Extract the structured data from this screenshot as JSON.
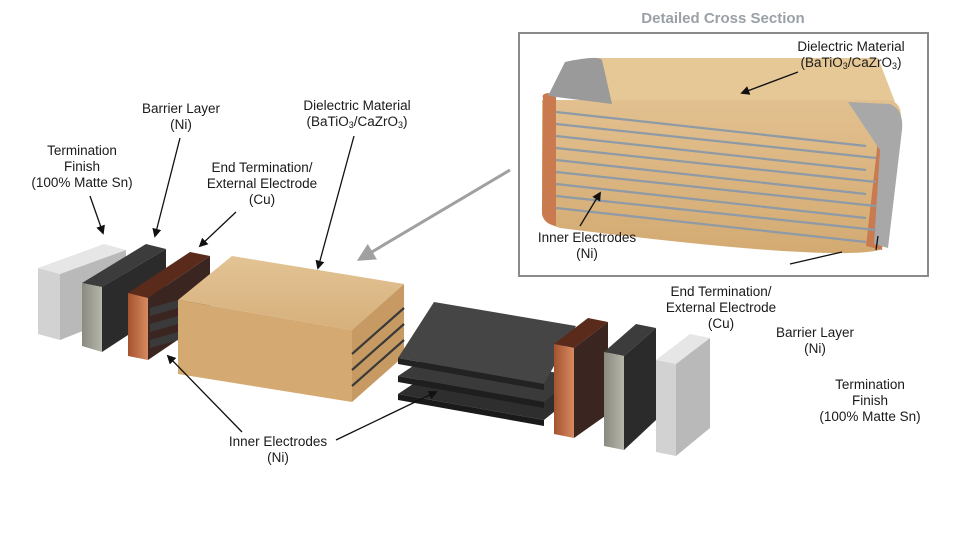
{
  "inset": {
    "title": "Detailed Cross Section",
    "dielectric": {
      "line1": "Dielectric Material",
      "line2_a": "(BaTiO",
      "sub1": "3",
      "line2_b": "/CaZrO",
      "sub2": "3",
      "line2_c": ")"
    },
    "inner_electrodes": {
      "line1": "Inner Electrodes",
      "line2": "(Ni)"
    }
  },
  "left_stack": {
    "termination_finish": {
      "line1": "Termination",
      "line2": "Finish",
      "line3": "(100% Matte Sn)"
    },
    "barrier_layer": {
      "line1": "Barrier Layer",
      "line2": "(Ni)"
    },
    "end_termination": {
      "line1": "End Termination/",
      "line2": "External Electrode",
      "line3": "(Cu)"
    },
    "dielectric": {
      "line1": "Dielectric Material",
      "line2_a": "(BaTiO",
      "sub1": "3",
      "line2_b": "/CaZrO",
      "sub2": "3",
      "line2_c": ")"
    }
  },
  "center": {
    "inner_electrodes": {
      "line1": "Inner Electrodes",
      "line2": "(Ni)"
    }
  },
  "right_stack": {
    "end_termination": {
      "line1": "End Termination/",
      "line2": "External Electrode",
      "line3": "(Cu)"
    },
    "barrier_layer": {
      "line1": "Barrier Layer",
      "line2": "(Ni)"
    },
    "termination_finish": {
      "line1": "Termination",
      "line2": "Finish",
      "line3": "(100% Matte Sn)"
    }
  },
  "colors": {
    "dielectric": "#dcb887",
    "copper": "#b8633c",
    "nickel": "#3a3a3a",
    "tin": "#c8c8c8",
    "electrode": "#4a4a4a",
    "inset_border": "#8a8a8a",
    "title": "#9aa0a6"
  }
}
